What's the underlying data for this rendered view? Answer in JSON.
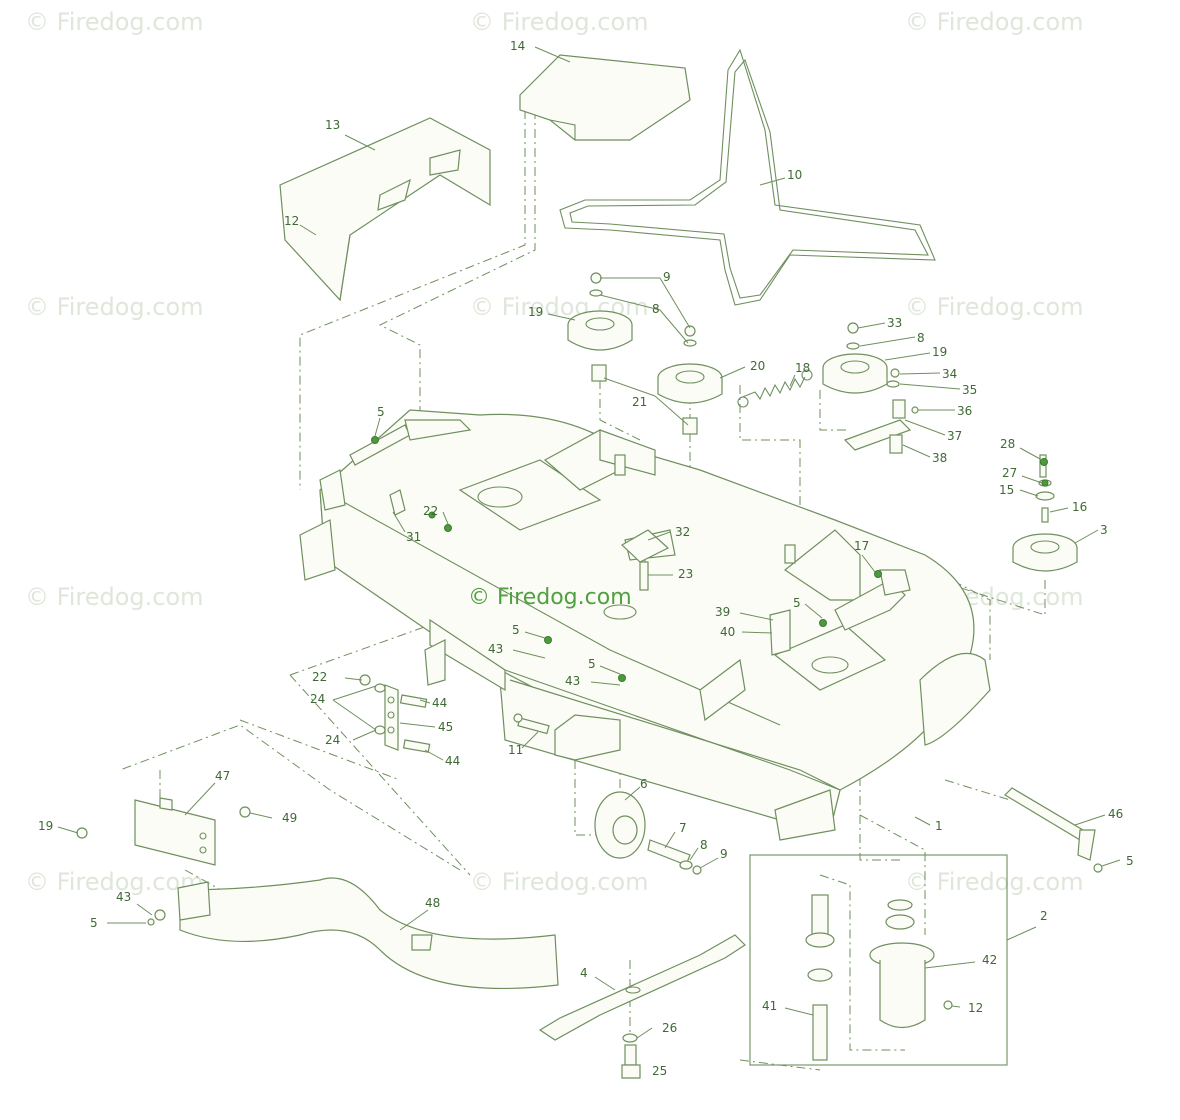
{
  "watermark": {
    "text": "© Firedog.com",
    "center_text": "© Firedog.com"
  },
  "callouts": [
    "1",
    "2",
    "3",
    "4",
    "5",
    "5",
    "5",
    "5",
    "5",
    "5",
    "6",
    "7",
    "8",
    "8",
    "8",
    "9",
    "9",
    "10",
    "11",
    "12",
    "12",
    "13",
    "14",
    "15",
    "16",
    "17",
    "18",
    "19",
    "19",
    "19",
    "20",
    "21",
    "22",
    "22",
    "23",
    "24",
    "24",
    "25",
    "26",
    "27",
    "28",
    "31",
    "32",
    "33",
    "34",
    "35",
    "36",
    "37",
    "38",
    "39",
    "40",
    "41",
    "42",
    "43",
    "43",
    "43",
    "44",
    "44",
    "45",
    "46",
    "47",
    "48",
    "49"
  ],
  "colors": {
    "line": "#6f8f5e",
    "label": "#3f6a35",
    "highlight": "#4c9a3c",
    "watermark": "#dfe6da"
  }
}
